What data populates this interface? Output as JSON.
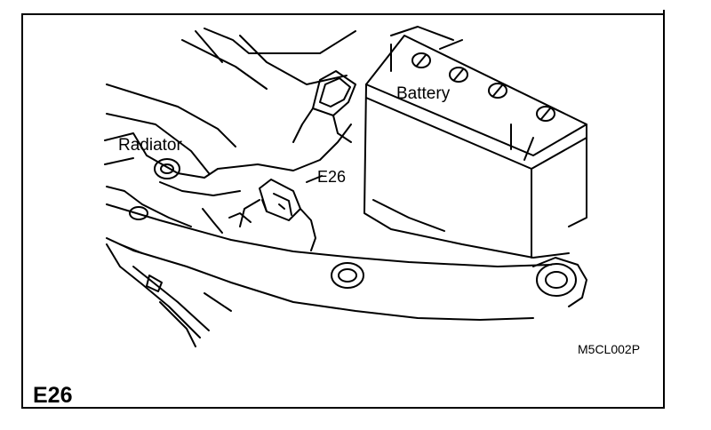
{
  "figure": {
    "labels": {
      "battery": "Battery",
      "radiator": "Radiator",
      "connector": "E26"
    },
    "figure_code": "M5CL002P",
    "caption": "E26"
  }
}
